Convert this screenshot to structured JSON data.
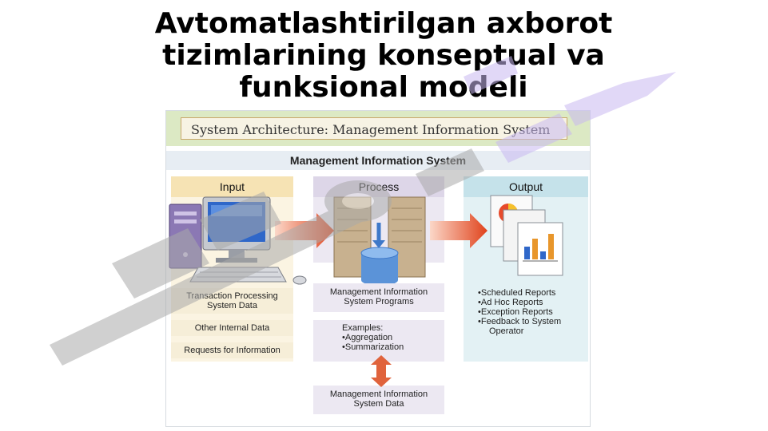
{
  "slide": {
    "title_lines": [
      "Avtomatlashtirilgan axborot",
      "tizimlarining konseptual va",
      "funksional modeli"
    ]
  },
  "diagram": {
    "header": "System Architecture: Management Information System",
    "main_title": "Management Information System",
    "input": {
      "title": "Input",
      "items": [
        [
          "Transaction Processing",
          "System Data"
        ],
        [
          "Other Internal Data"
        ],
        [
          "Requests for Information"
        ]
      ]
    },
    "process": {
      "title": "Process",
      "programs": [
        "Management Information",
        "System Programs"
      ],
      "examples_heading": "Examples:",
      "examples": [
        "•Aggregation",
        "•Summarization"
      ],
      "data": [
        "Management Information",
        "System Data"
      ]
    },
    "output": {
      "title": "Output",
      "items": [
        "•Scheduled Reports",
        "•Ad Hoc Reports",
        "•Exception Reports",
        "•Feedback to System"
      ],
      "item_continuation": "Operator"
    }
  },
  "watermark": {
    "color": "#a9a9a9",
    "accent_color": "#c9b8f0"
  },
  "colors": {
    "input_head": "#f6e3b4",
    "process_head": "#ddd6e8",
    "output_head": "#c5e2ea",
    "arrow": "#e0431c"
  }
}
